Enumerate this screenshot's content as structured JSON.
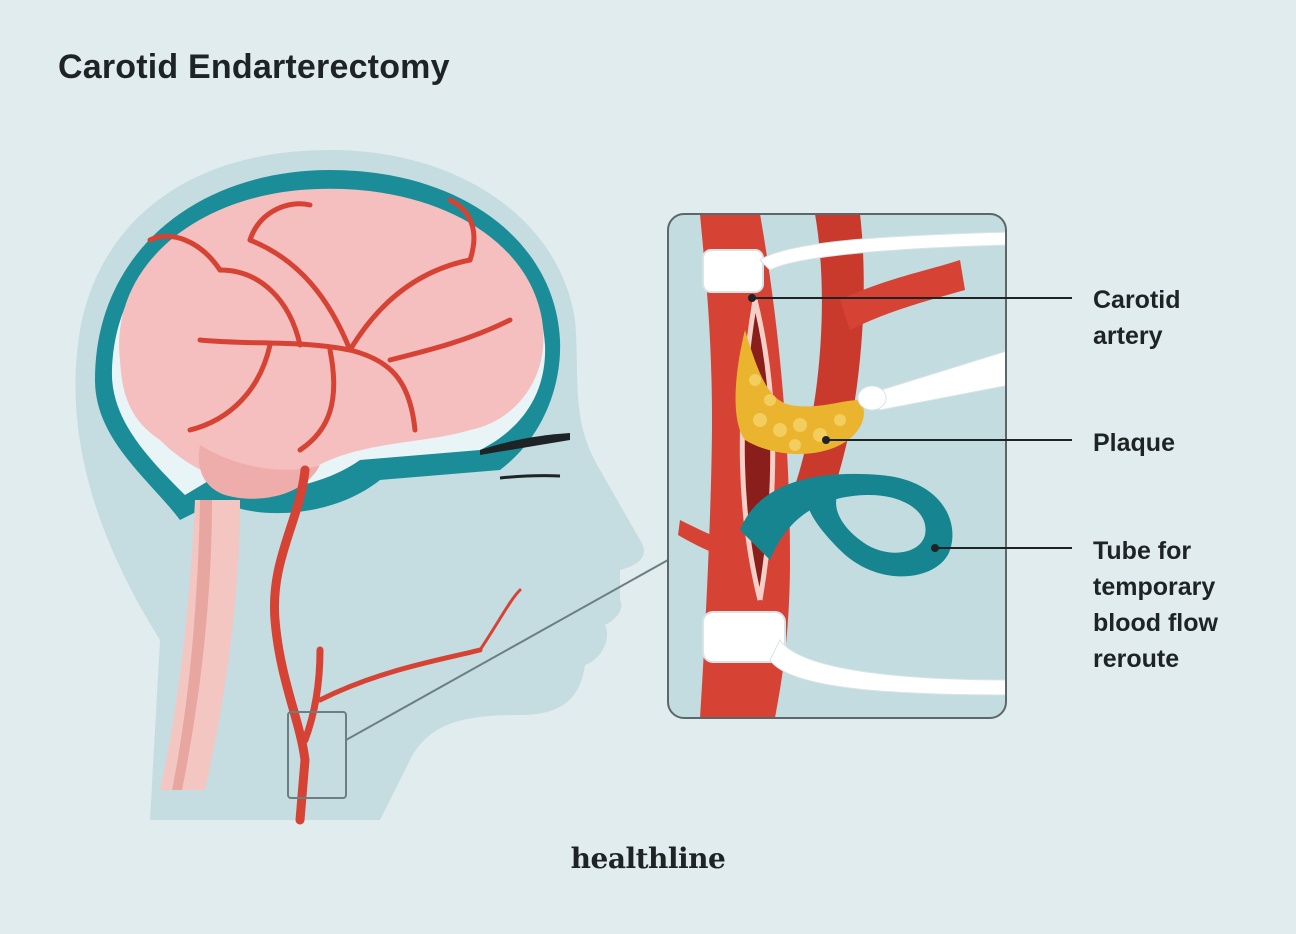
{
  "title": "Carotid Endarterectomy",
  "labels": {
    "carotid_artery": "Carotid\nartery",
    "plaque": "Plaque",
    "tube": "Tube for\ntemporary\nblood flow\nreroute"
  },
  "logo": "healthline",
  "colors": {
    "background": "#e0eced",
    "head": "#c5dde0",
    "skull": "#1a8d98",
    "brain": "#f4bfbe",
    "artery": "#d64234",
    "plaque": "#eab42e",
    "tube": "#168590"
  }
}
